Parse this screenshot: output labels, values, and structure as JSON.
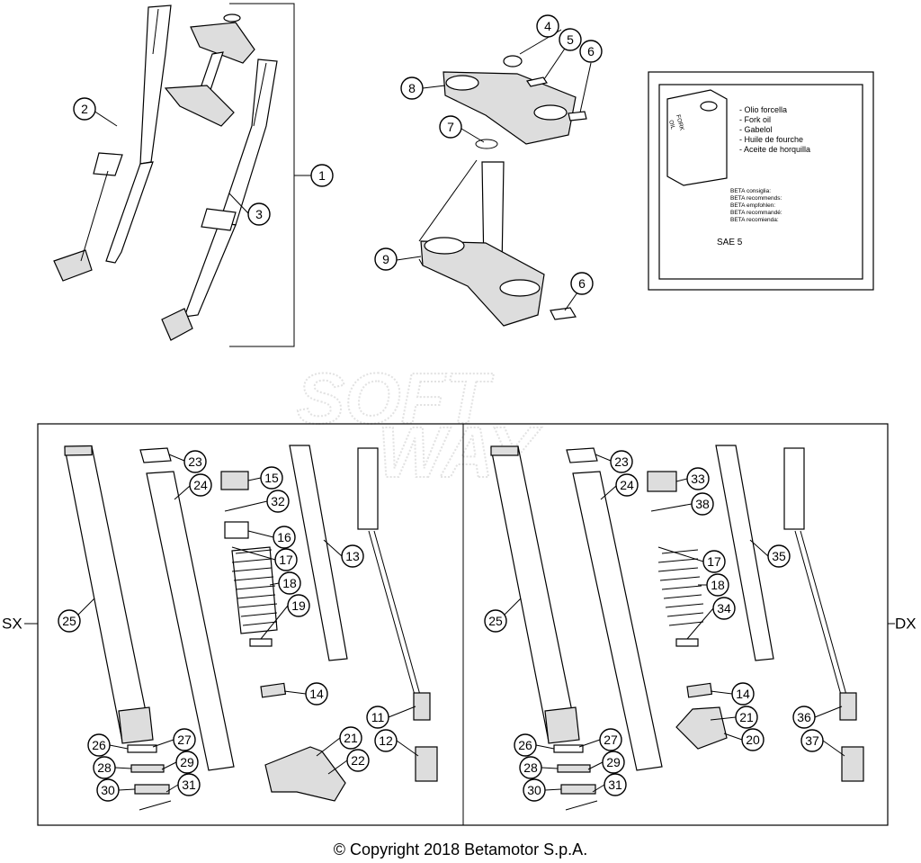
{
  "sides": {
    "left": "SX",
    "right": "DX"
  },
  "watermark": {
    "line1": "SOFT",
    "line2": "WAY"
  },
  "oil_box": {
    "can_label_1": "FORK",
    "can_label_2": "OIL",
    "names": [
      "- Olio forcella",
      "- Fork oil",
      "- Gabelol",
      "- Huile de fourche",
      "- Aceite de horquilla"
    ],
    "recommends": [
      "BETA consiglia:",
      "BETA recommends:",
      "BETA empfohlen:",
      "BETA recommandé:",
      "BETA recomienda:"
    ],
    "grade": "SAE 5"
  },
  "copyright": "© Copyright 2018 Betamotor S.p.A.",
  "callouts": {
    "c1": "1",
    "c2": "2",
    "c3": "3",
    "c4": "4",
    "c5": "5",
    "c6a": "6",
    "c6b": "6",
    "c7": "7",
    "c8": "8",
    "c9": "9",
    "l23": "23",
    "l24": "24",
    "l15": "15",
    "l32": "32",
    "l16": "16",
    "l17": "17",
    "l18": "18",
    "l19": "19",
    "l13": "13",
    "l25": "25",
    "l14": "14",
    "l11": "11",
    "l12": "12",
    "l21": "21",
    "l22": "22",
    "l26": "26",
    "l27": "27",
    "l28": "28",
    "l29": "29",
    "l30": "30",
    "l31": "31",
    "r23": "23",
    "r24": "24",
    "r33": "33",
    "r38": "38",
    "r17": "17",
    "r18": "18",
    "r34": "34",
    "r35": "35",
    "r25": "25",
    "r14": "14",
    "r21": "21",
    "r20": "20",
    "r36": "36",
    "r37": "37",
    "r26": "26",
    "r27": "27",
    "r28": "28",
    "r29": "29",
    "r30": "30",
    "r31": "31"
  }
}
